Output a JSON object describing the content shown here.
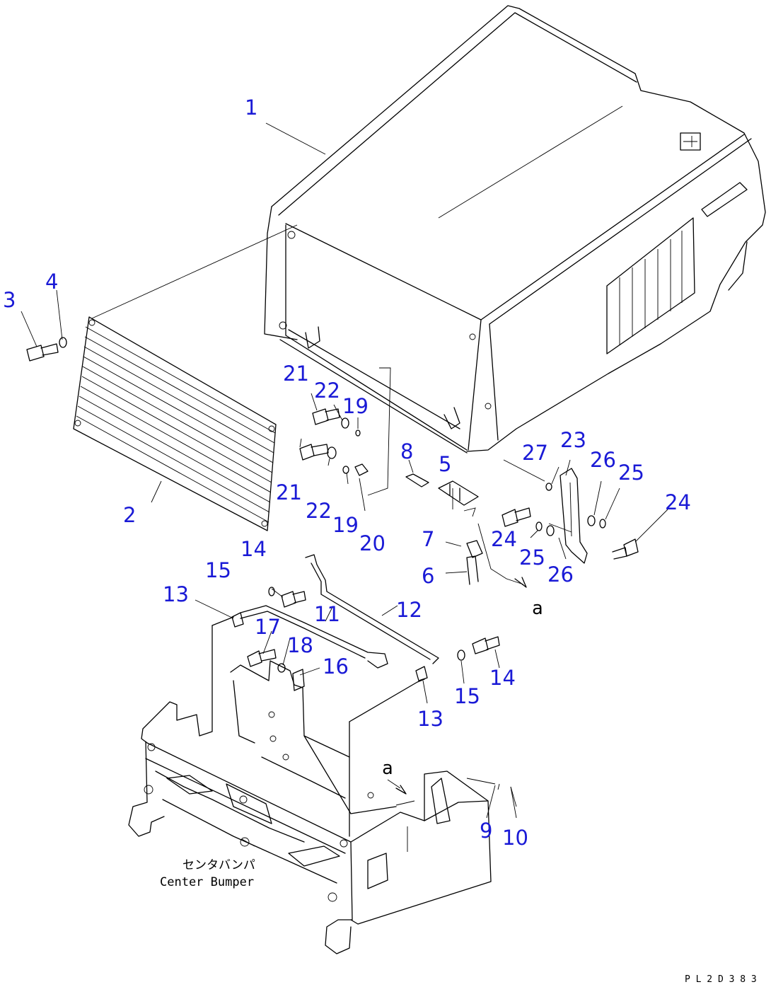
{
  "callouts": [
    "1",
    "2",
    "3",
    "4",
    "5",
    "6",
    "7",
    "8",
    "9",
    "10",
    "11",
    "12",
    "13",
    "13",
    "14",
    "14",
    "15",
    "15",
    "16",
    "17",
    "18",
    "19",
    "19",
    "20",
    "21",
    "21",
    "22",
    "22",
    "23",
    "24",
    "24",
    "25",
    "25",
    "26",
    "26",
    "27"
  ],
  "marks": [
    "a",
    "a"
  ],
  "center_bumper_jp": "センタバンパ",
  "center_bumper_en": "Center Bumper",
  "figure_code": "P L 2 D 3 8 3"
}
